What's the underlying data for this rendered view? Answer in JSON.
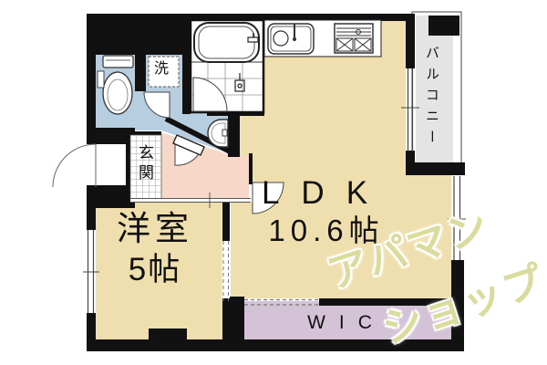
{
  "plan": {
    "rooms": {
      "ldk": {
        "label": "LDK",
        "size": "10.6帖"
      },
      "bedroom": {
        "label": "洋室",
        "size": "5帖"
      },
      "wic": {
        "label": "WIC"
      },
      "balcony": {
        "label": "バルコニー"
      },
      "entrance": {
        "label": "玄関"
      },
      "laundry": {
        "label": "洗"
      }
    },
    "watermark": {
      "line1": "アパマン",
      "line2": "ショップ"
    }
  },
  "colors": {
    "wall": "#111111",
    "tan": "#f0dfae",
    "pink": "#f7d7c7",
    "blue": "#b7cde0",
    "purple": "#d4c2d6",
    "balcony": "#e4e4e4",
    "line": "#333333"
  }
}
